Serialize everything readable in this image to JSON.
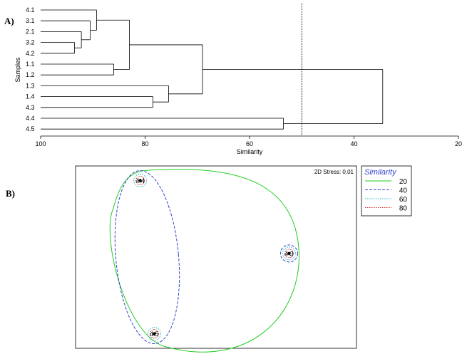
{
  "panels": {
    "a_label": "A)",
    "b_label": "B)"
  },
  "chart_data": [
    {
      "type": "dendrogram",
      "xlabel": "Similarity",
      "ylabel": "Samples",
      "xlim": [
        100,
        20
      ],
      "xticks": [
        100,
        80,
        60,
        40,
        20
      ],
      "cut_line": 50,
      "leaves": [
        "4.1",
        "3.1",
        "2.1",
        "3.2",
        "4.2",
        "1.1",
        "1.2",
        "1.3",
        "1.4",
        "4.3",
        "4.4",
        "4.5"
      ],
      "merges": [
        {
          "a": "3.2",
          "b": "4.2",
          "similarity": 93.5
        },
        {
          "a": "2.1",
          "b": "m0",
          "similarity": 92.2
        },
        {
          "a": "3.1",
          "b": "m1",
          "similarity": 90.5
        },
        {
          "a": "4.1",
          "b": "m2",
          "similarity": 89.3
        },
        {
          "a": "1.1",
          "b": "1.2",
          "similarity": 86.0
        },
        {
          "a": "m3",
          "b": "m4",
          "similarity": 83.0
        },
        {
          "a": "1.4",
          "b": "4.3",
          "similarity": 78.5
        },
        {
          "a": "1.3",
          "b": "m6",
          "similarity": 75.5
        },
        {
          "a": "m5",
          "b": "m7",
          "similarity": 69.0
        },
        {
          "a": "4.4",
          "b": "4.5",
          "similarity": 53.5
        },
        {
          "a": "m8",
          "b": "m9",
          "similarity": 34.5
        }
      ]
    },
    {
      "type": "nmds",
      "stress_text": "2D Stress: 0,01",
      "points": [
        {
          "label": "4.4",
          "x": 0.23,
          "y": 0.92
        },
        {
          "label": "4.5",
          "x": 0.28,
          "y": 0.08
        },
        {
          "label": "4.3",
          "x": 0.76,
          "y": 0.52
        }
      ],
      "legend": {
        "title": "Similarity",
        "entries": [
          {
            "value": "20",
            "color": "#22cc22",
            "style": "solid"
          },
          {
            "value": "40",
            "color": "#3344cc",
            "style": "dashed"
          },
          {
            "value": "60",
            "color": "#22bbcc",
            "style": "dotted"
          },
          {
            "value": "80",
            "color": "#cc2222",
            "style": "dotted"
          }
        ]
      }
    }
  ]
}
